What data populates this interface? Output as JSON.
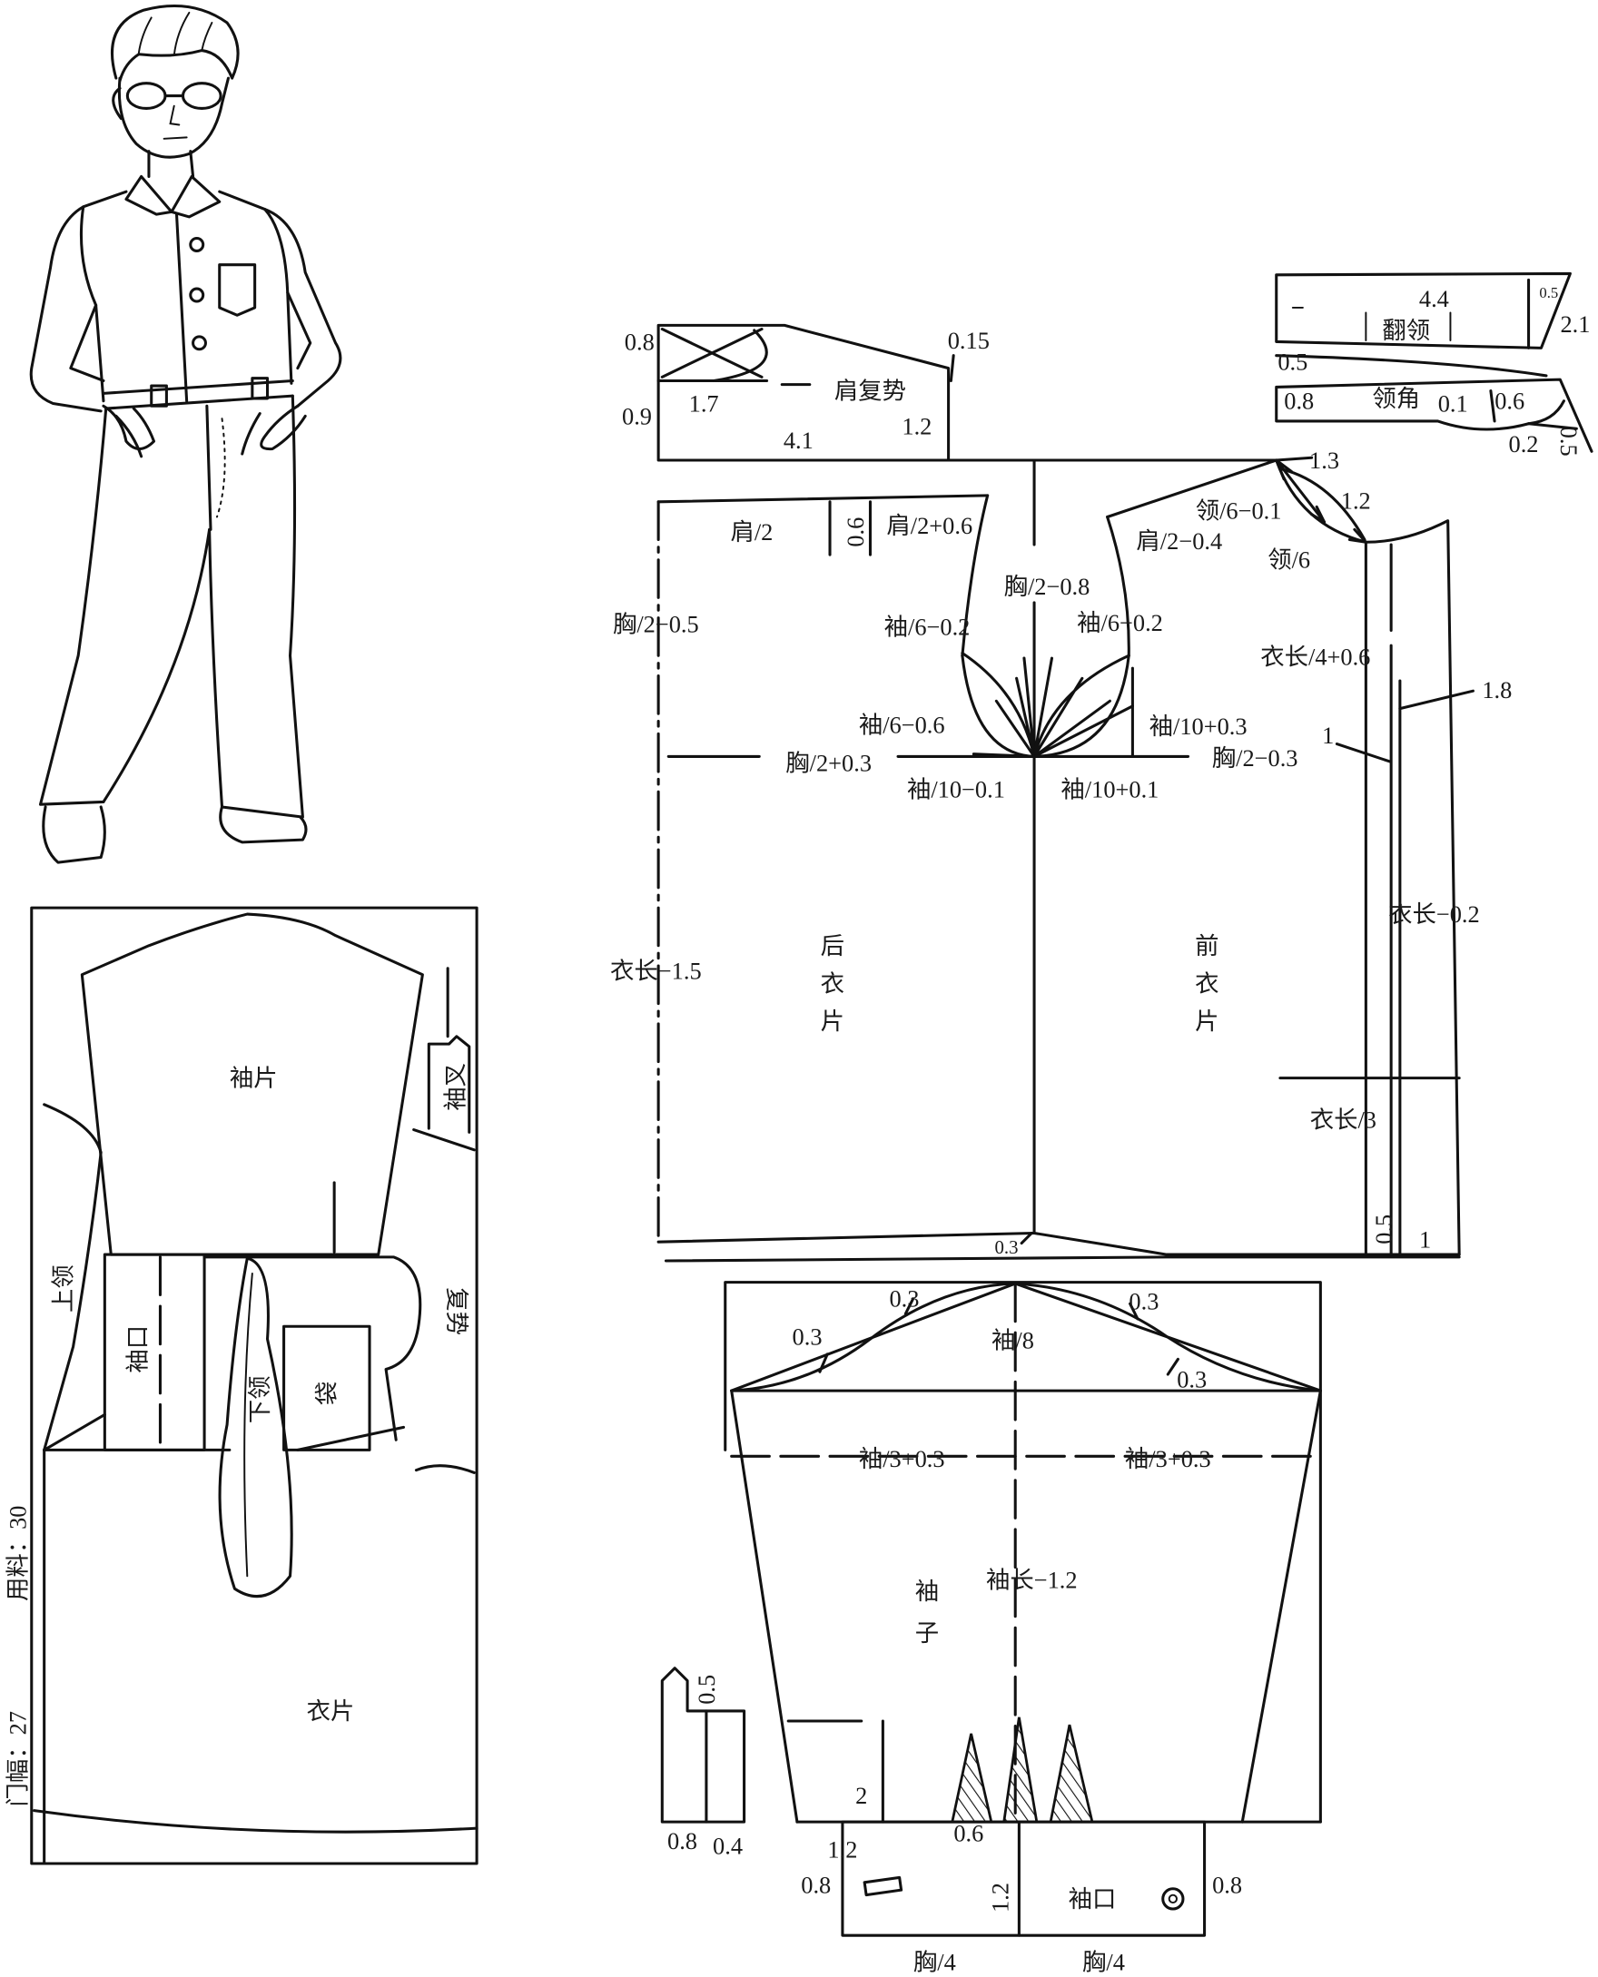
{
  "collar": {
    "upper_name": "翻领",
    "point_name": "领角",
    "measures": [
      "4.4",
      "0.5",
      "2.1",
      "0.5",
      "0.8",
      "0.1",
      "0.6",
      "0.2",
      "0.5"
    ]
  },
  "yoke": {
    "name": "肩复势",
    "measures": [
      "0.8",
      "0.15",
      "1.7",
      "0.9",
      "1.2",
      "4.1"
    ]
  },
  "body": {
    "back_name": [
      "后",
      "衣",
      "片"
    ],
    "front_name": [
      "前",
      "衣",
      "片"
    ],
    "measures": [
      "1.3",
      "1.2",
      "领/6−0.1",
      "肩/2",
      "0.6",
      "肩/2+0.6",
      "肩/2−0.4",
      "领/6",
      "胸/2−0.8",
      "胸/2−0.5",
      "袖/6−0.2",
      "袖/6−0.2",
      "衣长/4+0.6",
      "1.8",
      "袖/6−0.6",
      "袖/10+0.3",
      "1",
      "胸/2+0.3",
      "胸/2−0.3",
      "袖/10−0.1",
      "袖/10+0.1",
      "衣长−0.2",
      "衣长−1.5",
      "衣长/3",
      "0.5",
      "1",
      "0.3"
    ]
  },
  "sleeve": {
    "name": [
      "袖",
      "子"
    ],
    "cuff_name": "袖口",
    "measures": [
      "0.3",
      "0.3",
      "0.3",
      "袖/8",
      "0.3",
      "袖/3+0.3",
      "袖/3+0.3",
      "袖长−1.2",
      "0.5",
      "2",
      "0.6",
      "0.8",
      "0.4",
      "1.2",
      "0.8",
      "1.2",
      "0.8",
      "胸/4",
      "胸/4"
    ]
  },
  "layout": {
    "sleeve_piece": "袖片",
    "sleeve_placket": "袖叉",
    "upper_collar": "上领",
    "cuff": "袖口",
    "lower_collar": "下领",
    "pocket": "袋",
    "yoke": "复势",
    "body_piece": "衣片",
    "fabric_usage": "用料：30",
    "fabric_width": "门幅：27"
  }
}
